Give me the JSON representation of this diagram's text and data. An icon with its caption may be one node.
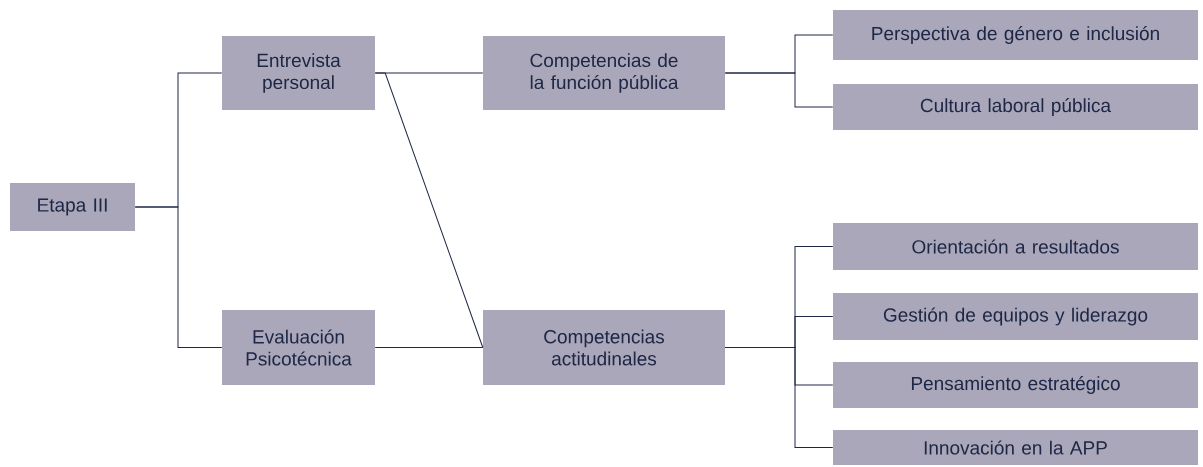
{
  "diagram": {
    "nodes": [
      {
        "text": [
          "Etapa III"
        ]
      },
      {
        "text": [
          "Entrevista personal"
        ]
      },
      {
        "text": [
          "Evaluación Psicotécnica"
        ]
      },
      {
        "text": [
          "Competencias de la función pública"
        ]
      },
      {
        "text": [
          "Competencias actitudinales"
        ]
      },
      {
        "text": [
          "Perspectiva de género e inclusión"
        ]
      },
      {
        "text": [
          "Cultura laboral pública"
        ]
      },
      {
        "text": [
          "Orientación a resultados"
        ]
      },
      {
        "text": [
          "Gestión de equipos y liderazgo"
        ]
      },
      {
        "text": [
          "Pensamiento estratégico"
        ]
      },
      {
        "text": [
          "Innovación en la APP"
        ]
      }
    ],
    "edges": [
      {
        "from": 0,
        "to": 1,
        "arrow": "none"
      },
      {
        "from": 0,
        "to": 2,
        "arrow": "none"
      },
      {
        "from": 1,
        "to": 3,
        "arrow": "none"
      },
      {
        "from": 1,
        "to": 4,
        "arrow": "none"
      },
      {
        "from": 2,
        "to": 4,
        "arrow": "none"
      },
      {
        "from": 3,
        "to": 5,
        "arrow": "none"
      },
      {
        "from": 3,
        "to": 6,
        "arrow": "none"
      },
      {
        "from": 4,
        "to": 7,
        "arrow": "none"
      },
      {
        "from": 4,
        "to": 8,
        "arrow": "none"
      },
      {
        "from": 4,
        "to": 9,
        "arrow": "none"
      },
      {
        "from": 4,
        "to": 10,
        "arrow": "none"
      }
    ]
  }
}
